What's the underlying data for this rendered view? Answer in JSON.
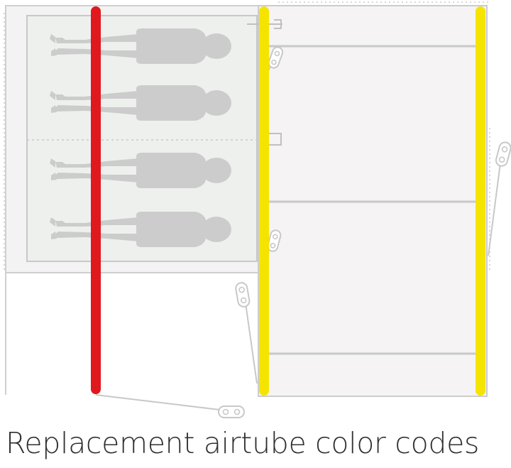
{
  "caption": "Replacement airtube color codes",
  "colors": {
    "inner_tent_fill": "#eef0ee",
    "vestibule_fill": "#f5f3f4",
    "outline": "#c8c8c8",
    "silhouette": "#cccccc",
    "airtube_red": "#e0191e",
    "airtube_yellow": "#f5e400"
  },
  "airtubes": [
    {
      "name": "red-airtube",
      "color": "#e0191e"
    },
    {
      "name": "yellow-airtube-middle",
      "color": "#f5e400"
    },
    {
      "name": "yellow-airtube-rear",
      "color": "#f5e400"
    }
  ],
  "sleeper_count": 4
}
